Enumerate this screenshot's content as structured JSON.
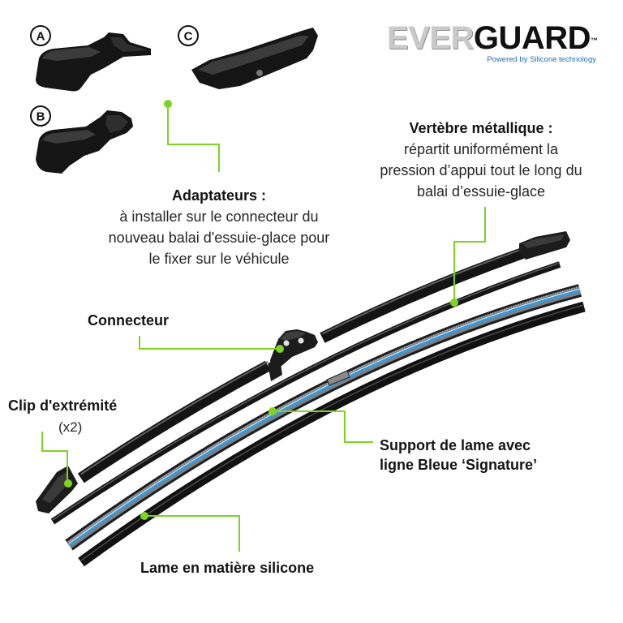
{
  "logo": {
    "part1": "EVER",
    "part2": "GUARD",
    "trademark": "™",
    "tagline": "Powered by Silicone technology"
  },
  "adapters": {
    "a": "A",
    "b": "B",
    "c": "C"
  },
  "callouts": {
    "adaptateurs": {
      "title": "Adaptateurs :",
      "lines": [
        "à installer sur le connecteur du",
        "nouveau balai d'essuie-glace pour",
        "le fixer sur le véhicule"
      ]
    },
    "vertebre": {
      "title": "Vertèbre métallique :",
      "lines": [
        "répartit uniformément la",
        "pression d’appui tout le long du",
        "balai d’essuie-glace"
      ]
    },
    "connecteur": {
      "title": "Connecteur"
    },
    "clip": {
      "title": "Clip d'extrémité",
      "note": "(x2)"
    },
    "support": {
      "lines": [
        "Support de lame avec",
        "ligne Bleue ‘Signature’"
      ]
    },
    "lame": {
      "title": "Lame en matière silicone"
    }
  },
  "colors": {
    "accent": "#7ed321",
    "signature_blue": "#3a9ad9",
    "part_black": "#151515",
    "logo_gray": "#cacaca",
    "tagline_blue": "#1f6db4"
  }
}
